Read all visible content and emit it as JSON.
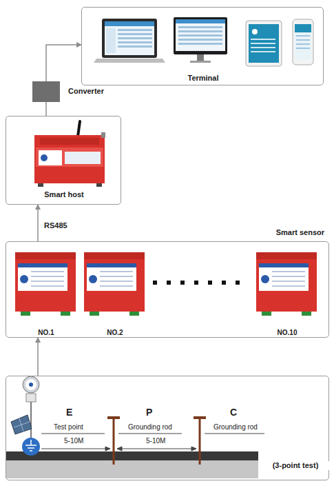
{
  "diagram": {
    "nodes": [
      {
        "text": [
          "Terminal"
        ]
      },
      {
        "text": [
          "Converter"
        ]
      },
      {
        "text": [
          "Smart host"
        ]
      },
      {
        "text": [
          "Smart sensor"
        ]
      },
      {
        "text": [
          "NO.1"
        ],
        "in": 3
      },
      {
        "text": [
          "NO.2"
        ],
        "in": 3
      },
      {
        "text": [
          "NO.10"
        ],
        "in": 3
      },
      {
        "text": [
          "(3-point test)"
        ]
      }
    ],
    "edges": [
      {
        "from": 1,
        "to": 0,
        "arrow": "to"
      },
      {
        "from": 2,
        "to": 1,
        "arrow": "none"
      },
      {
        "from": 3,
        "to": 2,
        "arrow": "to",
        "label": "RS485"
      },
      {
        "from": 7,
        "to": 3,
        "arrow": "to"
      }
    ],
    "labels": [
      "E",
      "Test point",
      "5-10M",
      "P",
      "Grounding rod",
      "5-10M",
      "C",
      "Grounding rod"
    ]
  }
}
